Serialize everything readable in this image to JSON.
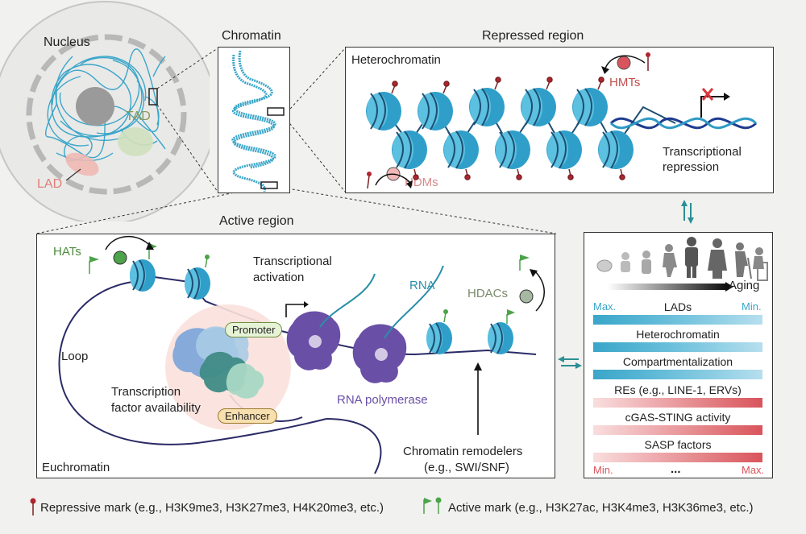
{
  "nucleus": {
    "title": "Nucleus",
    "tad_label": "TAD",
    "lad_label": "LAD"
  },
  "chromatin": {
    "title": "Chromatin"
  },
  "repressed": {
    "title": "Repressed region",
    "box_label": "Heterochromatin",
    "hmts": "HMTs",
    "hdms": "HDMs",
    "repression": [
      "Transcriptional",
      "repression"
    ]
  },
  "active": {
    "title": "Active region",
    "hats": "HATs",
    "activation": [
      "Transcriptional",
      "activation"
    ],
    "rna": "RNA",
    "hdacs": "HDACs",
    "loop": "Loop",
    "promoter": "Promoter",
    "enhancer": "Enhancer",
    "tf": [
      "Transcription",
      "factor availability"
    ],
    "rnapol": "RNA polymerase",
    "remodelers": [
      "Chromatin remodelers",
      "(e.g., SWI/SNF)"
    ],
    "euchromatin": "Euchromatin"
  },
  "aging_panel": {
    "axis_label": "Aging",
    "top_min": "Max.",
    "top_max": "Min.",
    "bottom_min": "Min.",
    "bottom_max": "Max.",
    "decreasing": [
      "LADs",
      "Heterochromatin",
      "Compartmentalization"
    ],
    "increasing": [
      "REs (e.g., LINE-1, ERVs)",
      "cGAS-STING activity",
      "SASP factors"
    ],
    "ellipsis": "...",
    "colors": {
      "decrease": "#3aa6c9",
      "increase": "#d9545c"
    }
  },
  "legend": {
    "repressive": "Repressive mark (e.g., H3K9me3, H3K27me3, H4K20me3, etc.)",
    "active": "Active mark (e.g., H3K27ac, H3K4me3, H3K36me3, etc.)",
    "colors": {
      "repressive": "#b0252f",
      "active": "#4ca34a"
    }
  }
}
